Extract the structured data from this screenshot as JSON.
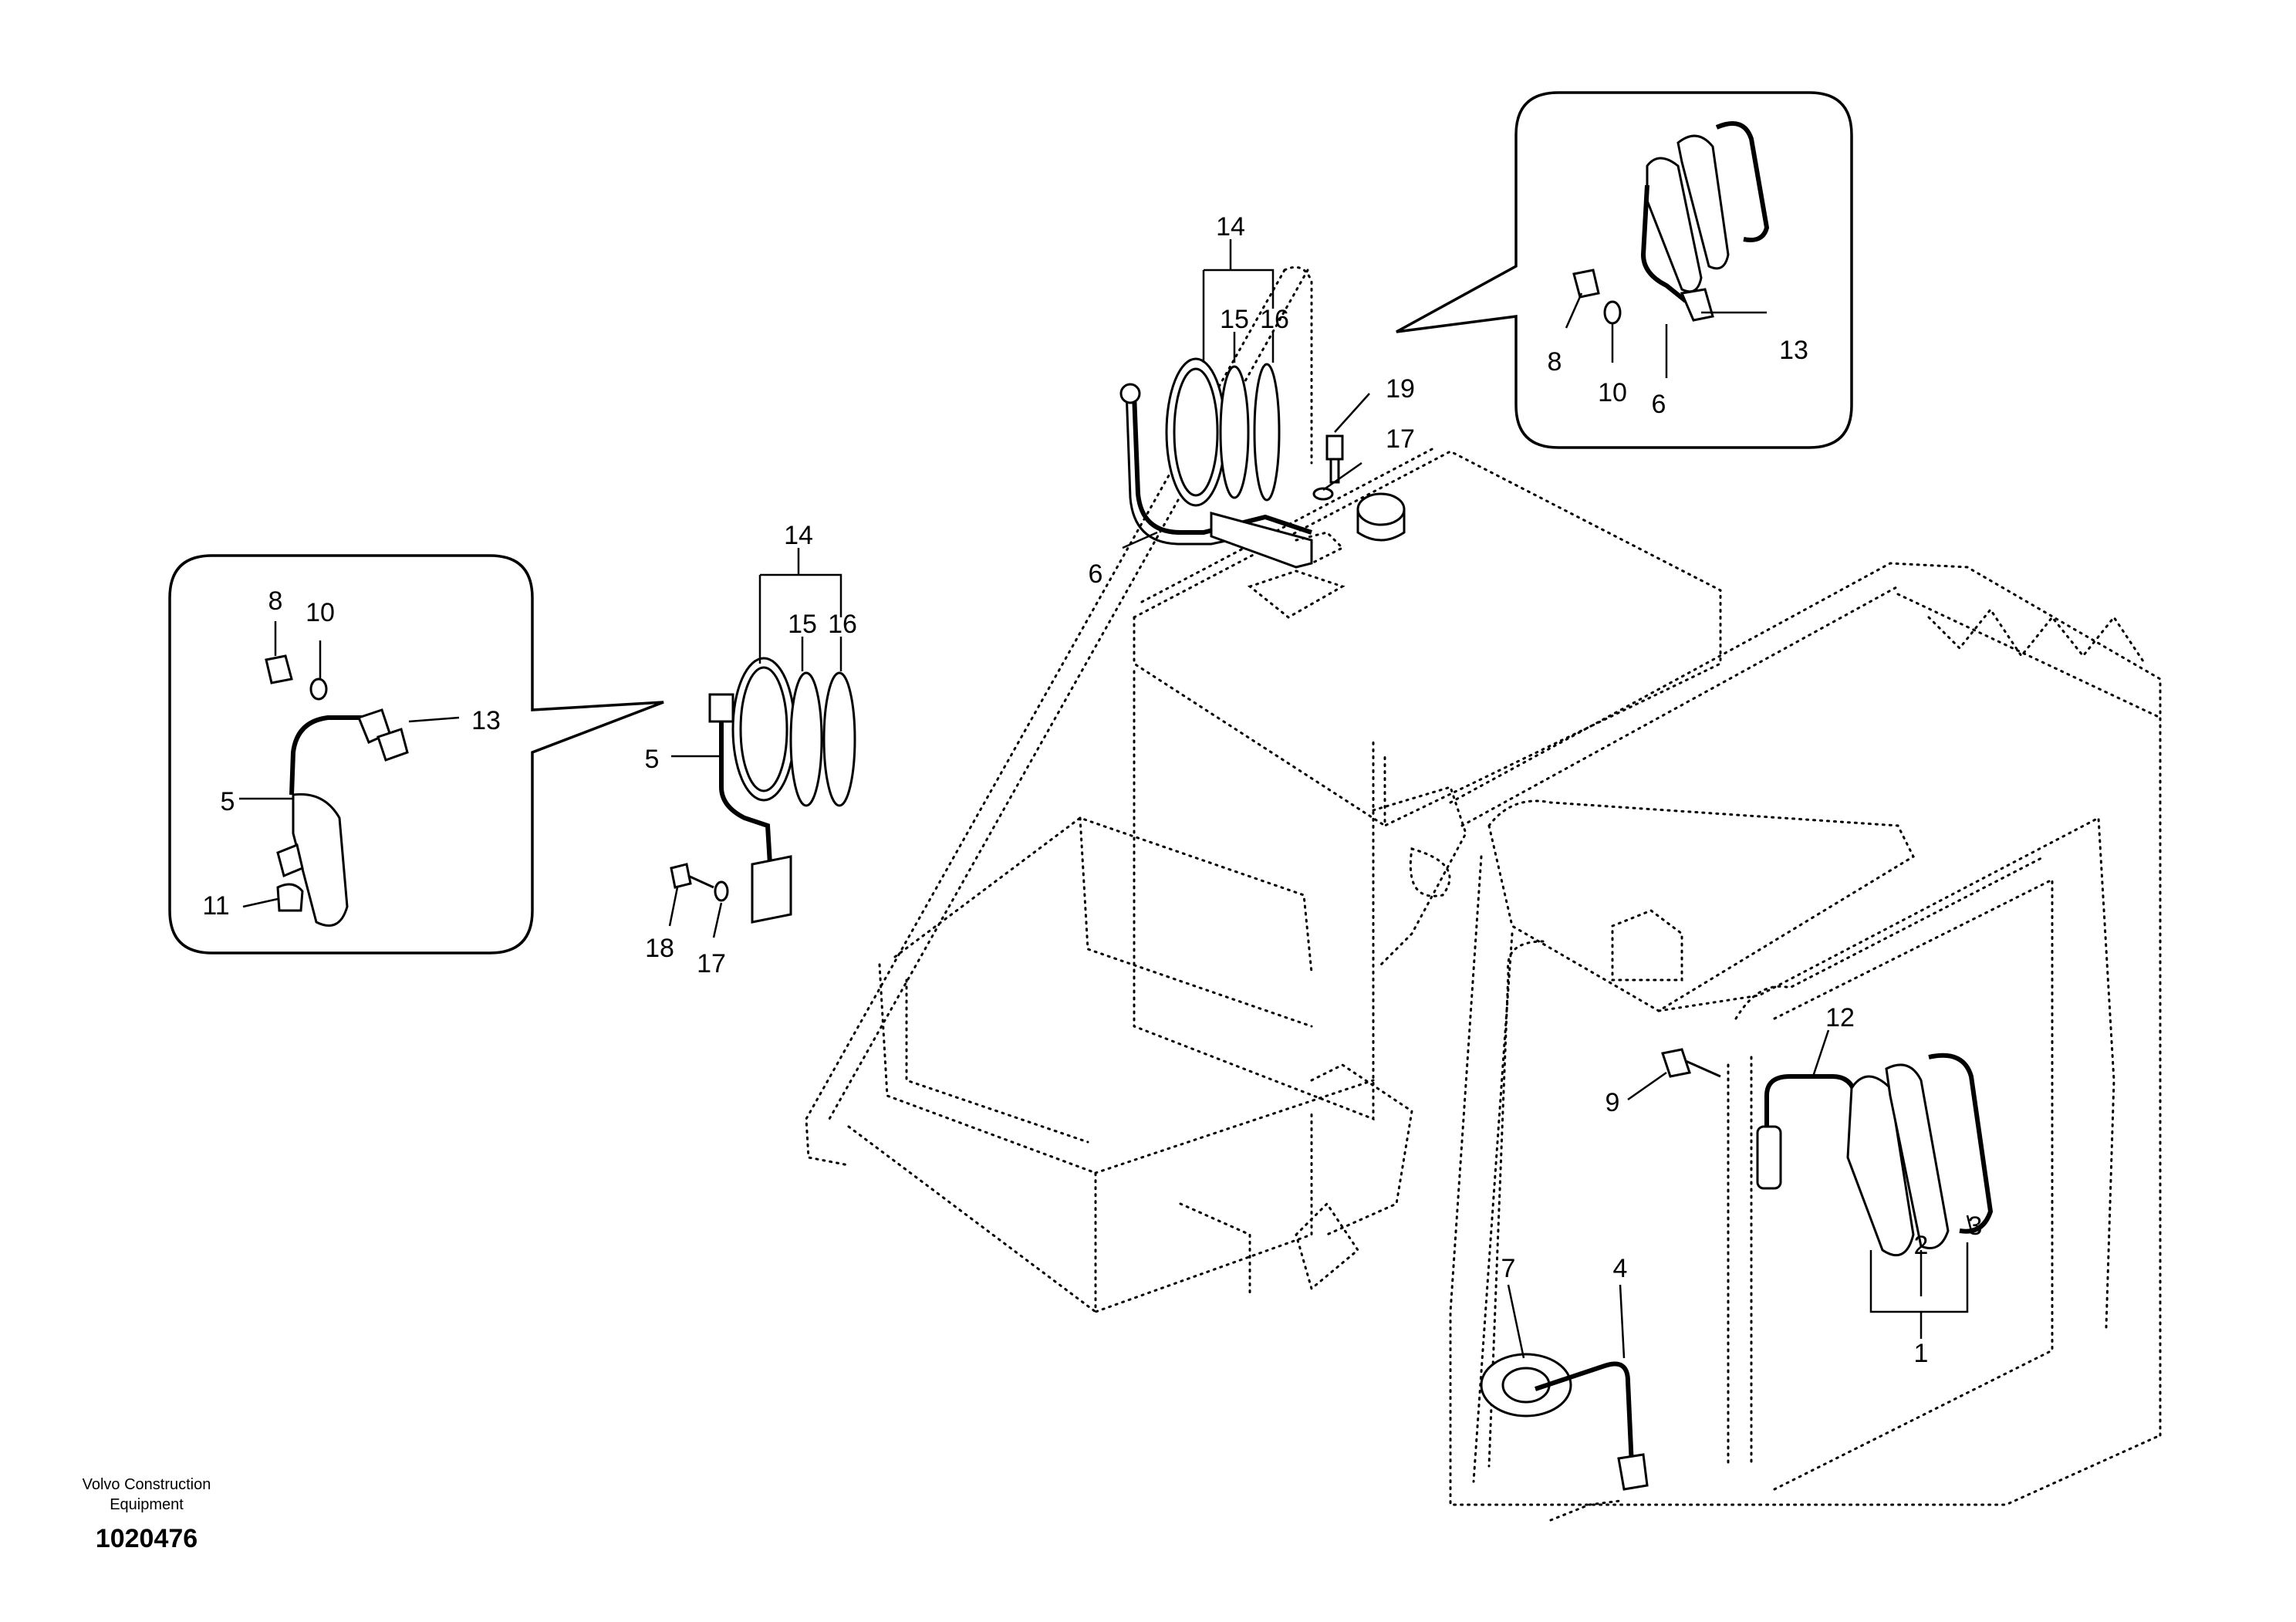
{
  "footer": {
    "company_line1": "Volvo Construction",
    "company_line2": "Equipment",
    "drawing_number": "1020476"
  },
  "callouts": {
    "c1": "1",
    "c2": "2",
    "c3": "3",
    "c4": "4",
    "c5": "5",
    "c6": "6",
    "c7": "7",
    "c8": "8",
    "c9": "9",
    "c10": "10",
    "c11": "11",
    "c12": "12",
    "c13": "13",
    "c14": "14",
    "c15": "15",
    "c16": "16",
    "c17": "17",
    "c18": "18",
    "c19": "19"
  }
}
